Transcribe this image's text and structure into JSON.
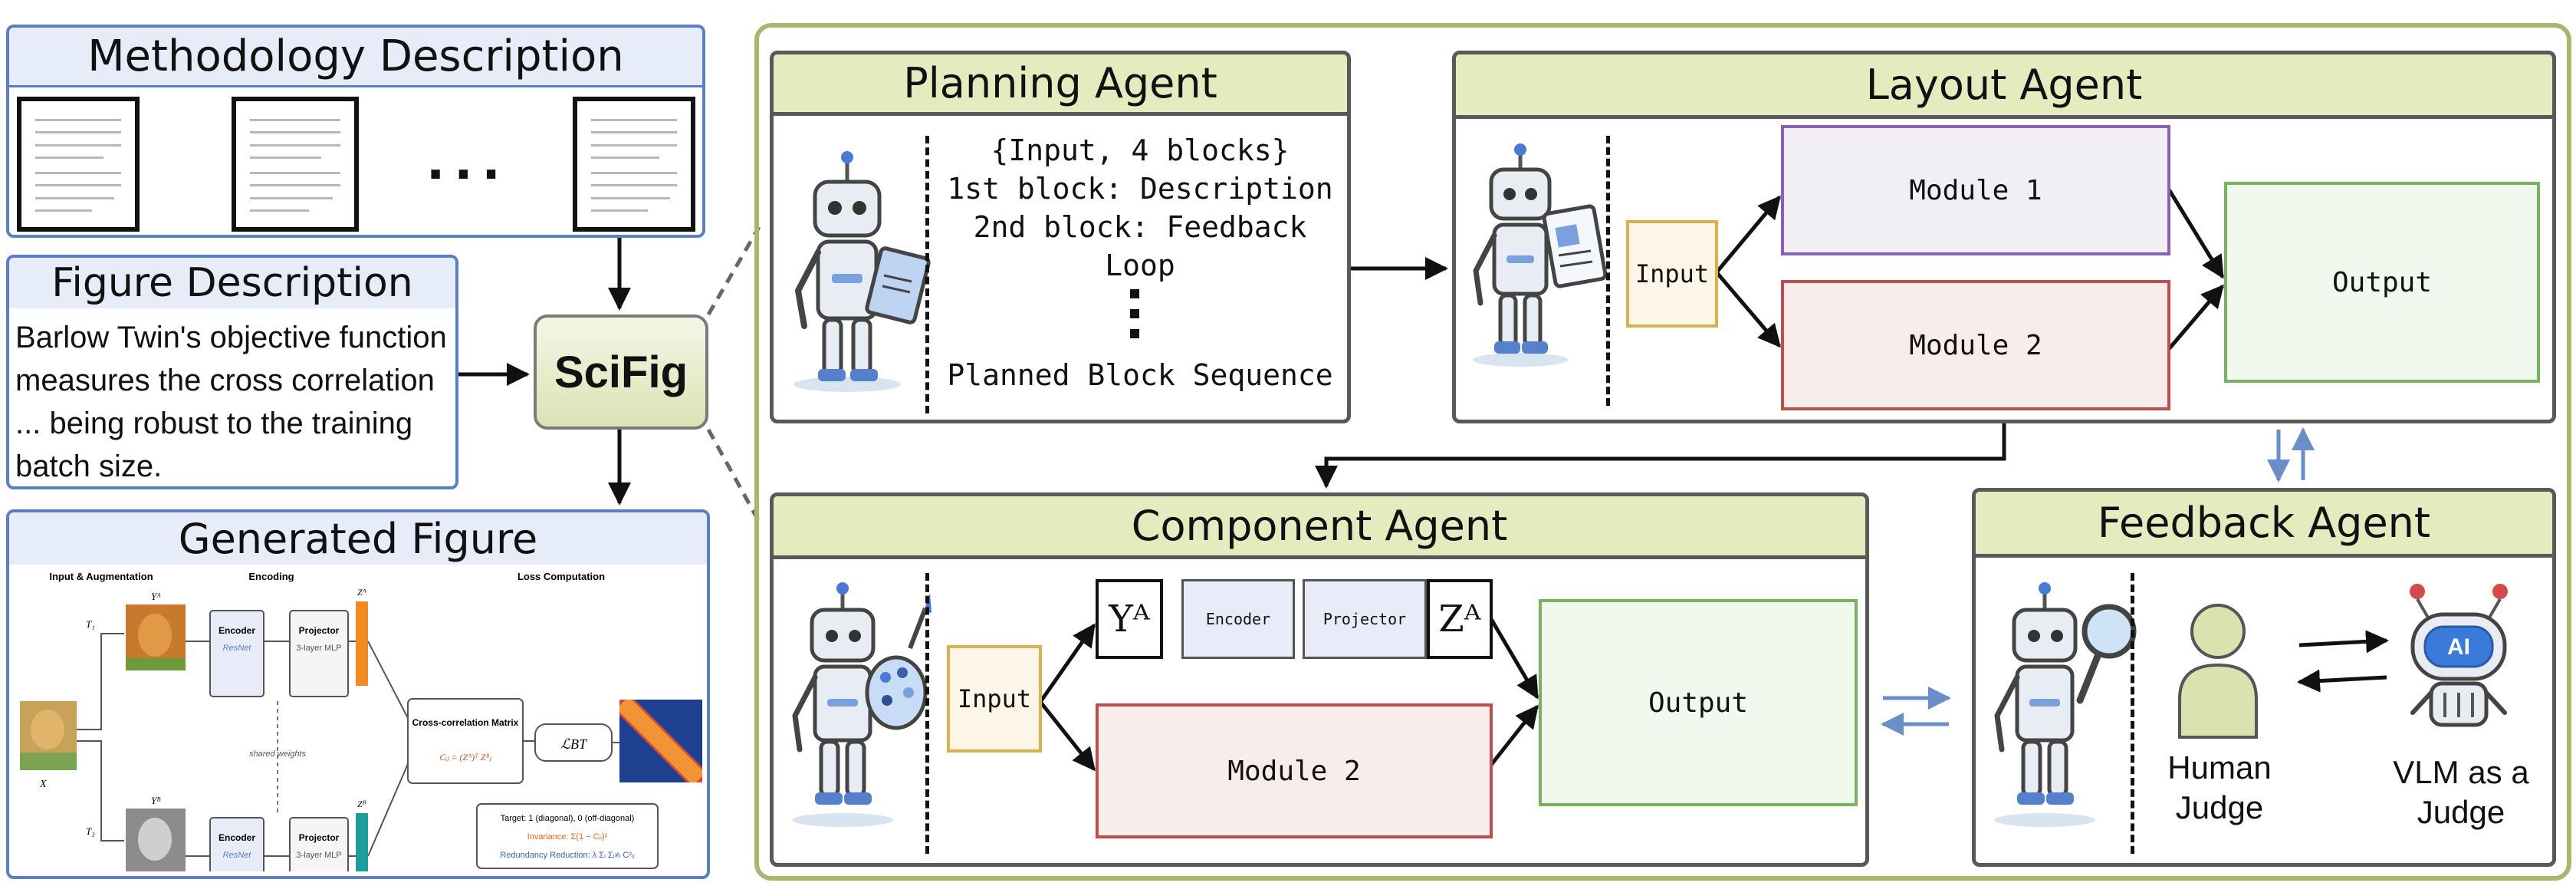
{
  "left": {
    "methodology_title": "Methodology Description",
    "ellipsis": "...",
    "figure_desc_title": "Figure Description",
    "figure_desc_text": "Barlow Twin's objective function measures the cross correlation ... being robust to the training batch size.",
    "generated_title": "Generated Figure",
    "scifig_label": "SciFig"
  },
  "generated_figure": {
    "headings": [
      "Input & Augmentation",
      "Encoding",
      "Loss Computation"
    ],
    "t1": "T₁",
    "t2": "T₂",
    "x": "X",
    "ya": "Yᴬ",
    "yb": "Yᴮ",
    "za": "Zᴬ",
    "zb": "Zᴮ",
    "encoder": "Encoder",
    "resnet": "ResNet",
    "projector": "Projector",
    "mlp": "3-layer MLP",
    "shared": "shared weights",
    "cc_title": "Cross-correlation Matrix",
    "cc_formula": "Cᵢⱼ = (Zᴬ)ᵀ Zᴮⱼ",
    "loss": "ℒBT",
    "target": "Target: 1 (diagonal), 0 (off-diagonal)",
    "invariance": "Invariance: Σ(1 − Cᵢᵢ)²",
    "redundancy": "Redundancy Reduction: λ Σᵢ Σⱼ≠ᵢ C²ᵢⱼ"
  },
  "planning": {
    "title": "Planning Agent",
    "line1": "{Input, 4 blocks}",
    "line2": "1st block: Description",
    "line3": "2nd block: Feedback",
    "line4": "Loop",
    "line5": "Planned Block Sequence"
  },
  "layout": {
    "title": "Layout Agent",
    "input": "Input",
    "module1": "Module 1",
    "module2": "Module 2",
    "output": "Output"
  },
  "component": {
    "title": "Component Agent",
    "input": "Input",
    "ya": "Yᴬ",
    "encoder": "Encoder",
    "projector": "Projector",
    "za": "Zᴬ",
    "module2": "Module 2",
    "output": "Output"
  },
  "feedback": {
    "title": "Feedback Agent",
    "human_judge": "Human Judge",
    "vlm_judge": "VLM as a Judge",
    "ai_badge": "AI"
  },
  "colors": {
    "panel_blue": "#5b7fc0",
    "agent_header": "#e4ebbf",
    "outer_border": "#a8b76d",
    "input_border": "#d9b24c",
    "module1_border": "#8a5fb5",
    "module2_border": "#bf4d4d",
    "output_border": "#77b35c",
    "arrow_blue": "#6a8fc8"
  }
}
